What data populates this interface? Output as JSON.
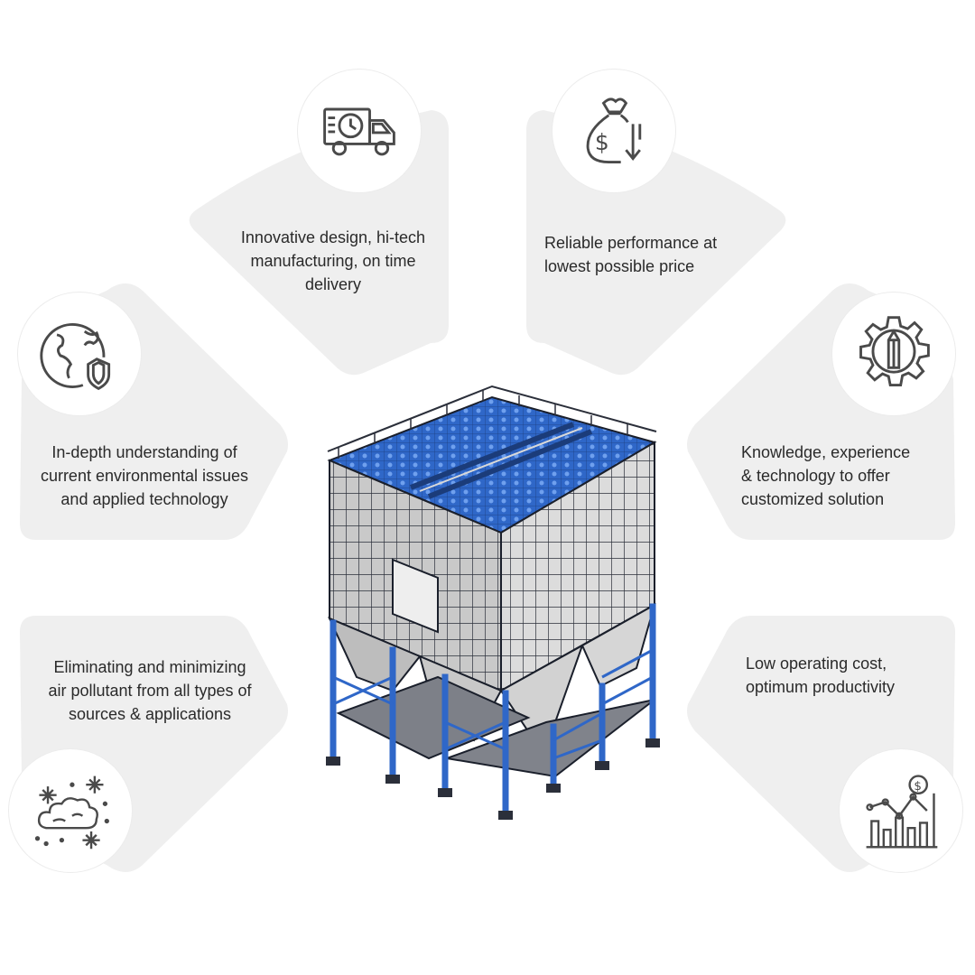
{
  "features": [
    {
      "id": "delivery",
      "icon": "delivery-truck-clock-icon",
      "lines": [
        "Innovative design, hi-tech",
        "manufacturing, on time",
        "delivery"
      ]
    },
    {
      "id": "price",
      "icon": "money-bag-price-down-icon",
      "lines": [
        "Reliable performance at",
        "lowest possible price"
      ]
    },
    {
      "id": "environment",
      "icon": "globe-shield-icon",
      "lines": [
        "In-depth understanding of",
        "current environmental issues",
        "and applied technology"
      ]
    },
    {
      "id": "solution",
      "icon": "gear-pencil-icon",
      "lines": [
        "Knowledge, experience",
        "& technology to offer",
        "customized solution"
      ]
    },
    {
      "id": "pollutant",
      "icon": "dust-cloud-icon",
      "lines": [
        "Eliminating and minimizing",
        "air pollutant from all types of",
        "sources & applications"
      ]
    },
    {
      "id": "cost",
      "icon": "growth-chart-dollar-icon",
      "lines": [
        "Low operating cost,",
        "optimum productivity"
      ]
    }
  ],
  "colors": {
    "petal": "#efefef",
    "icon": "#4a4a4a",
    "machine_blue": "#2f67c8",
    "machine_gray": "#c9c9c9"
  }
}
